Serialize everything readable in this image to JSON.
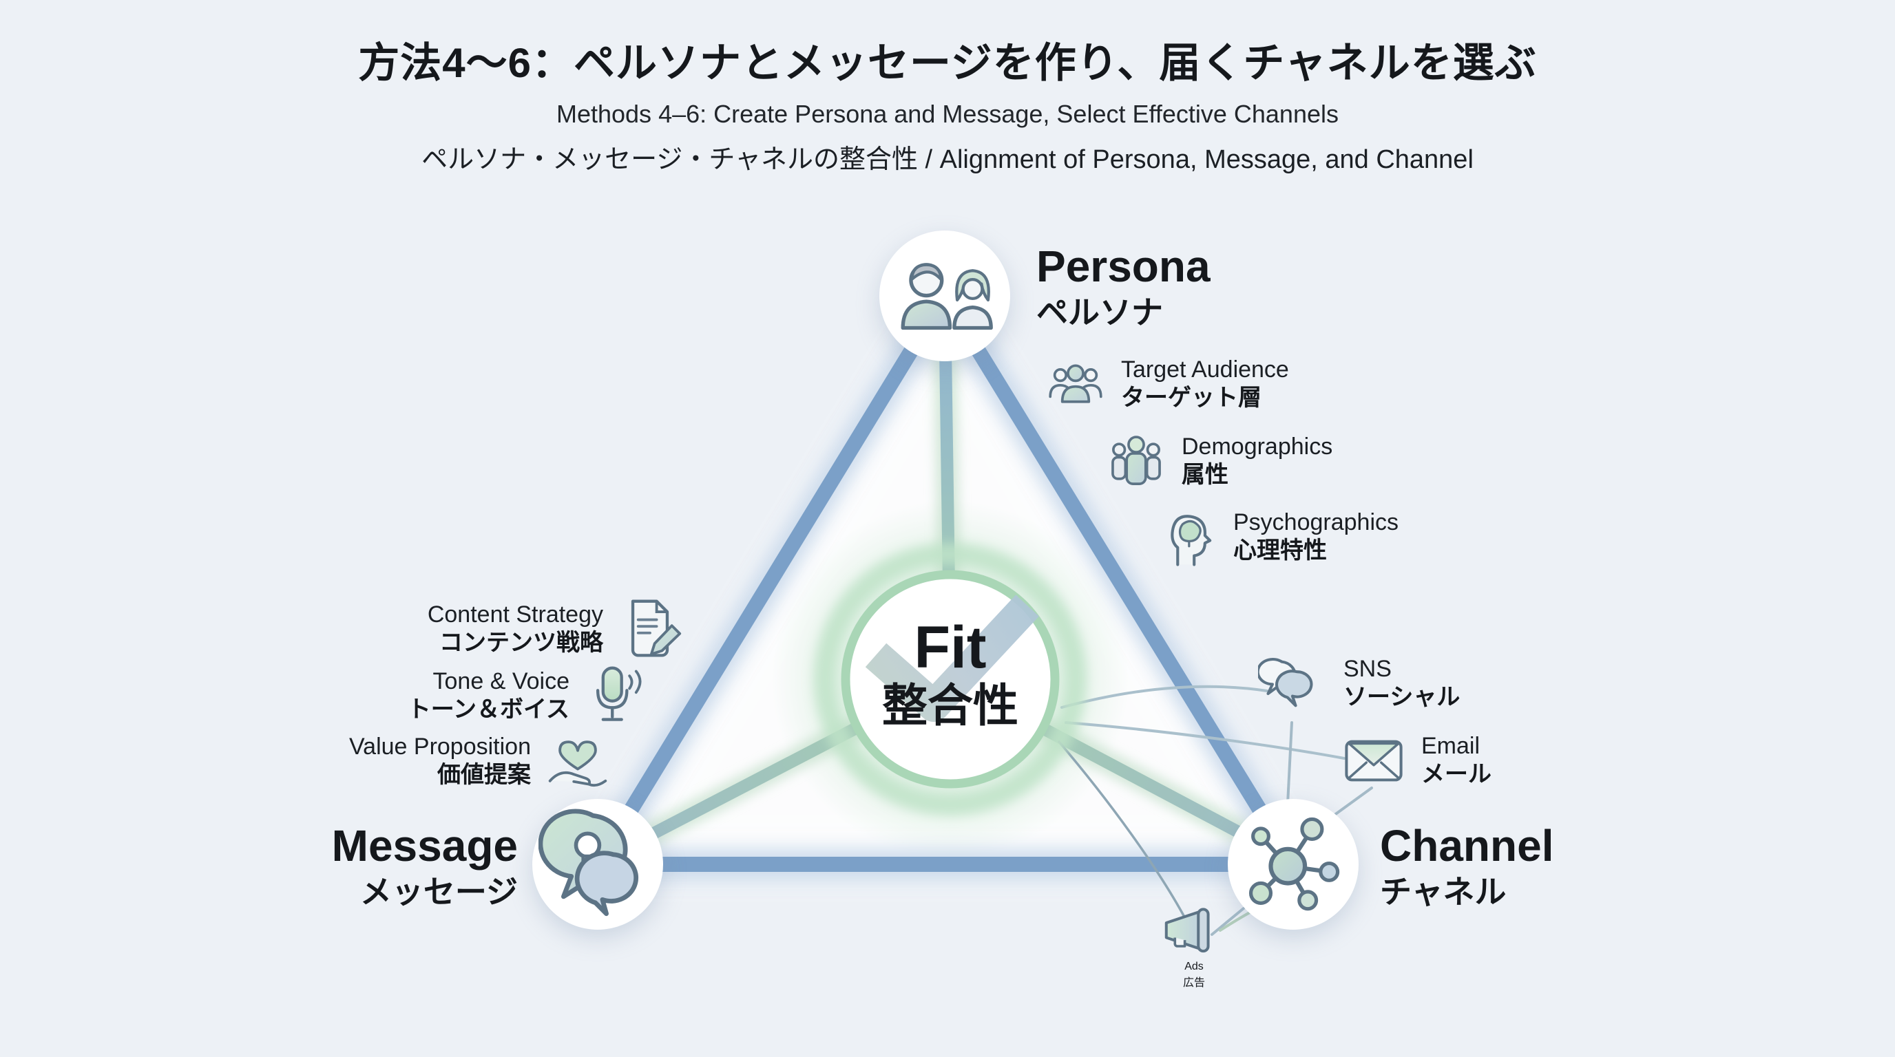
{
  "title": {
    "jp": "方法4〜6：ペルソナとメッセージを作り、届くチャネルを選ぶ",
    "en": "Methods 4–6: Create Persona and Message, Select Effective Channels",
    "alignment": "ペルソナ・メッセージ・チャネルの整合性 / Alignment of Persona, Message, and Channel"
  },
  "center": {
    "en": "Fit",
    "jp": "整合性",
    "icon": "checkmark-icon"
  },
  "persona": {
    "label_en": "Persona",
    "label_jp": "ペルソナ",
    "icon": "persona-people-icon",
    "satellites": [
      {
        "en": "Target Audience",
        "jp": "ターゲット層",
        "icon": "group-icon"
      },
      {
        "en": "Demographics",
        "jp": "属性",
        "icon": "demographics-icon"
      },
      {
        "en": "Psychographics",
        "jp": "心理特性",
        "icon": "brain-head-icon"
      }
    ]
  },
  "message": {
    "label_en": "Message",
    "label_jp": "メッセージ",
    "icon": "message-bubble-lightbulb-icon",
    "satellites": [
      {
        "en": "Content Strategy",
        "jp": "コンテンツ戦略",
        "icon": "document-pencil-icon"
      },
      {
        "en": "Tone & Voice",
        "jp": "トーン＆ボイス",
        "icon": "microphone-icon"
      },
      {
        "en": "Value Proposition",
        "jp": "価値提案",
        "icon": "heart-hand-icon"
      }
    ]
  },
  "channel": {
    "label_en": "Channel",
    "label_jp": "チャネル",
    "icon": "channel-network-icon",
    "satellites": [
      {
        "en": "SNS",
        "jp": "ソーシャル",
        "icon": "speech-bubbles-icon"
      },
      {
        "en": "Email",
        "jp": "メール",
        "icon": "envelope-icon"
      },
      {
        "en": "Ads",
        "jp": "広告",
        "icon": "megaphone-icon"
      }
    ]
  },
  "colors": {
    "background": "#edf1f6",
    "triangle_blue": "#7ba0c8",
    "spoke_green": "#a6cfb0",
    "ring_green": "#a9d6b6",
    "checkmark": "#bccfda",
    "text": "#15181c"
  }
}
